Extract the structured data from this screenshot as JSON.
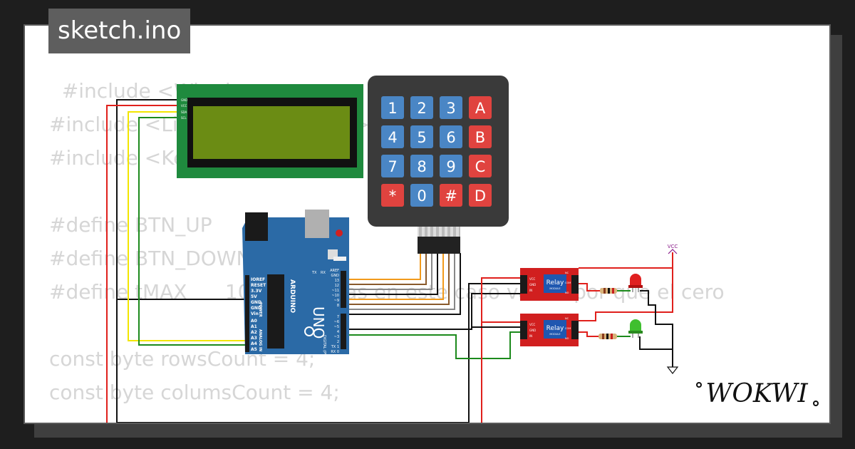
{
  "title": "sketch.ino",
  "logo": "WOKWI",
  "code_lines": [
    "  #include <Wire.h>",
    "#include <LiquidCrystal_I2C.h>",
    "#include <Keypad.h>",
    "",
    "#define BTN_UP",
    "#define BTN_DOWN",
    "#define tMAX      10 // maximas en este caso vale 1 por que el cero",
    "",
    "const byte rowsCount = 4;",
    "const byte columsCount = 4;"
  ],
  "keypad": {
    "keys": [
      [
        "1",
        "2",
        "3",
        "A"
      ],
      [
        "4",
        "5",
        "6",
        "B"
      ],
      [
        "7",
        "8",
        "9",
        "C"
      ],
      [
        "*",
        "0",
        "#",
        "D"
      ]
    ],
    "colors": {
      "blue": "#4a86c5",
      "red": "#e0433f",
      "frame": "#3a3a3a"
    }
  },
  "arduino": {
    "brand": "ARDUINO",
    "model": "UNO",
    "power_pins": [
      "IOREF",
      "RESET",
      "3.3V",
      "5V",
      "GND",
      "GND",
      "Vin"
    ],
    "analog_pins": [
      "A0",
      "A1",
      "A2",
      "A3",
      "A4",
      "A5"
    ],
    "digital_pins": [
      "AREF",
      "GND",
      "13",
      "12",
      "~11",
      "~10",
      "~9",
      "8",
      "7",
      "~6",
      "~5",
      "4",
      "~3",
      "2",
      "TX 1",
      "RX 0"
    ],
    "power_label": "POWER",
    "analog_label": "ANALOG IN",
    "digital_label": "DIGITAL (PWM ~)",
    "tx_label": "TX",
    "rx_label": "RX",
    "color": "#2b6aa6"
  },
  "lcd": {
    "pins": [
      "GND",
      "VCC",
      "SDA",
      "SCL"
    ],
    "colors": {
      "pcb": "#1f8a3e",
      "screen": "#6b8c14"
    }
  },
  "relays": [
    {
      "label": "Relay",
      "sublabel": "MODULE",
      "pins": [
        "VCC",
        "GND",
        "IN"
      ],
      "contacts": [
        "NC",
        "COM",
        "NO"
      ]
    },
    {
      "label": "Relay",
      "sublabel": "MODULE",
      "pins": [
        "VCC",
        "GND",
        "IN"
      ],
      "contacts": [
        "NC",
        "COM",
        "NO"
      ]
    }
  ],
  "leds": [
    {
      "color": "red"
    },
    {
      "color": "green"
    }
  ],
  "vcc_label": "VCC",
  "wire_colors": {
    "red": "#e0201c",
    "black": "#111111",
    "green": "#1c8a1c",
    "yellow": "#f2e600",
    "orange": "#f29a1c",
    "brown": "#8a5a2b",
    "gray": "#888888"
  }
}
